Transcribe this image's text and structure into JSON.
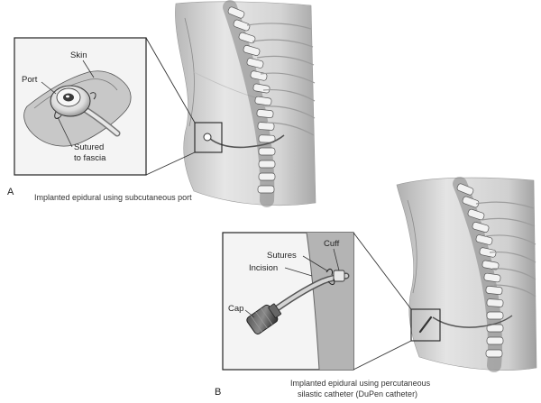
{
  "panel_a": {
    "letter": "A",
    "caption": "Implanted epidural using subcutaneous port",
    "labels": {
      "skin": "Skin",
      "port": "Port",
      "sutured_1": "Sutured",
      "sutured_2": "to fascia"
    }
  },
  "panel_b": {
    "letter": "B",
    "caption_1": "Implanted epidural using percutaneous",
    "caption_2": "silastic catheter (DuPen catheter)",
    "labels": {
      "cuff": "Cuff",
      "sutures": "Sutures",
      "incision": "Incision",
      "cap": "Cap"
    }
  },
  "colors": {
    "skin_light": "#e4e4e4",
    "skin_dark": "#8a8a8a",
    "bone": "#f2f2f2",
    "outline": "#333333"
  }
}
